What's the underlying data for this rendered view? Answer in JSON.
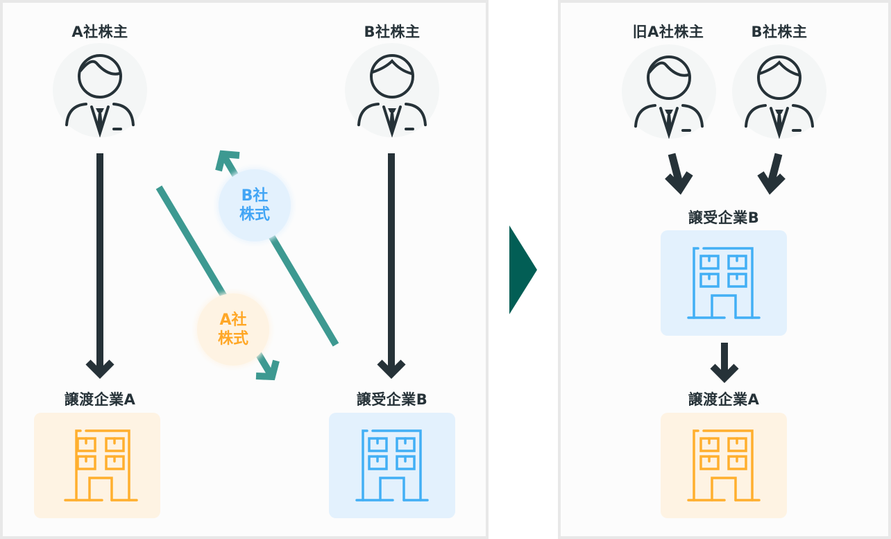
{
  "colors": {
    "dark": "#263238",
    "teal": "#3d9991",
    "next_arrow": "#025e55",
    "orange": "#ffaf2e",
    "orange_bg": "#fef3e3",
    "blue": "#42a5f5",
    "blue_bg": "#e3f1fd",
    "avatar_bg": "#f4f6f6"
  },
  "before": {
    "shareholder_a": {
      "label": "A社株主",
      "icon": "businessman-icon"
    },
    "shareholder_b": {
      "label": "B社株主",
      "icon": "businessman-icon"
    },
    "company_a": {
      "label": "譲渡企業A",
      "icon": "building-icon"
    },
    "company_b": {
      "label": "譲受企業B",
      "icon": "building-icon"
    },
    "badge_b_stock": {
      "line1": "B社",
      "line2": "株式"
    },
    "badge_a_stock": {
      "line1": "A社",
      "line2": "株式"
    }
  },
  "transition_icon": "triangle-right-icon",
  "after": {
    "shareholder_old_a": {
      "label": "旧A社株主",
      "icon": "businessman-icon"
    },
    "shareholder_b": {
      "label": "B社株主",
      "icon": "businessman-icon"
    },
    "company_b": {
      "label": "譲受企業B",
      "icon": "building-icon"
    },
    "company_a": {
      "label": "譲渡企業A",
      "icon": "building-icon"
    }
  }
}
